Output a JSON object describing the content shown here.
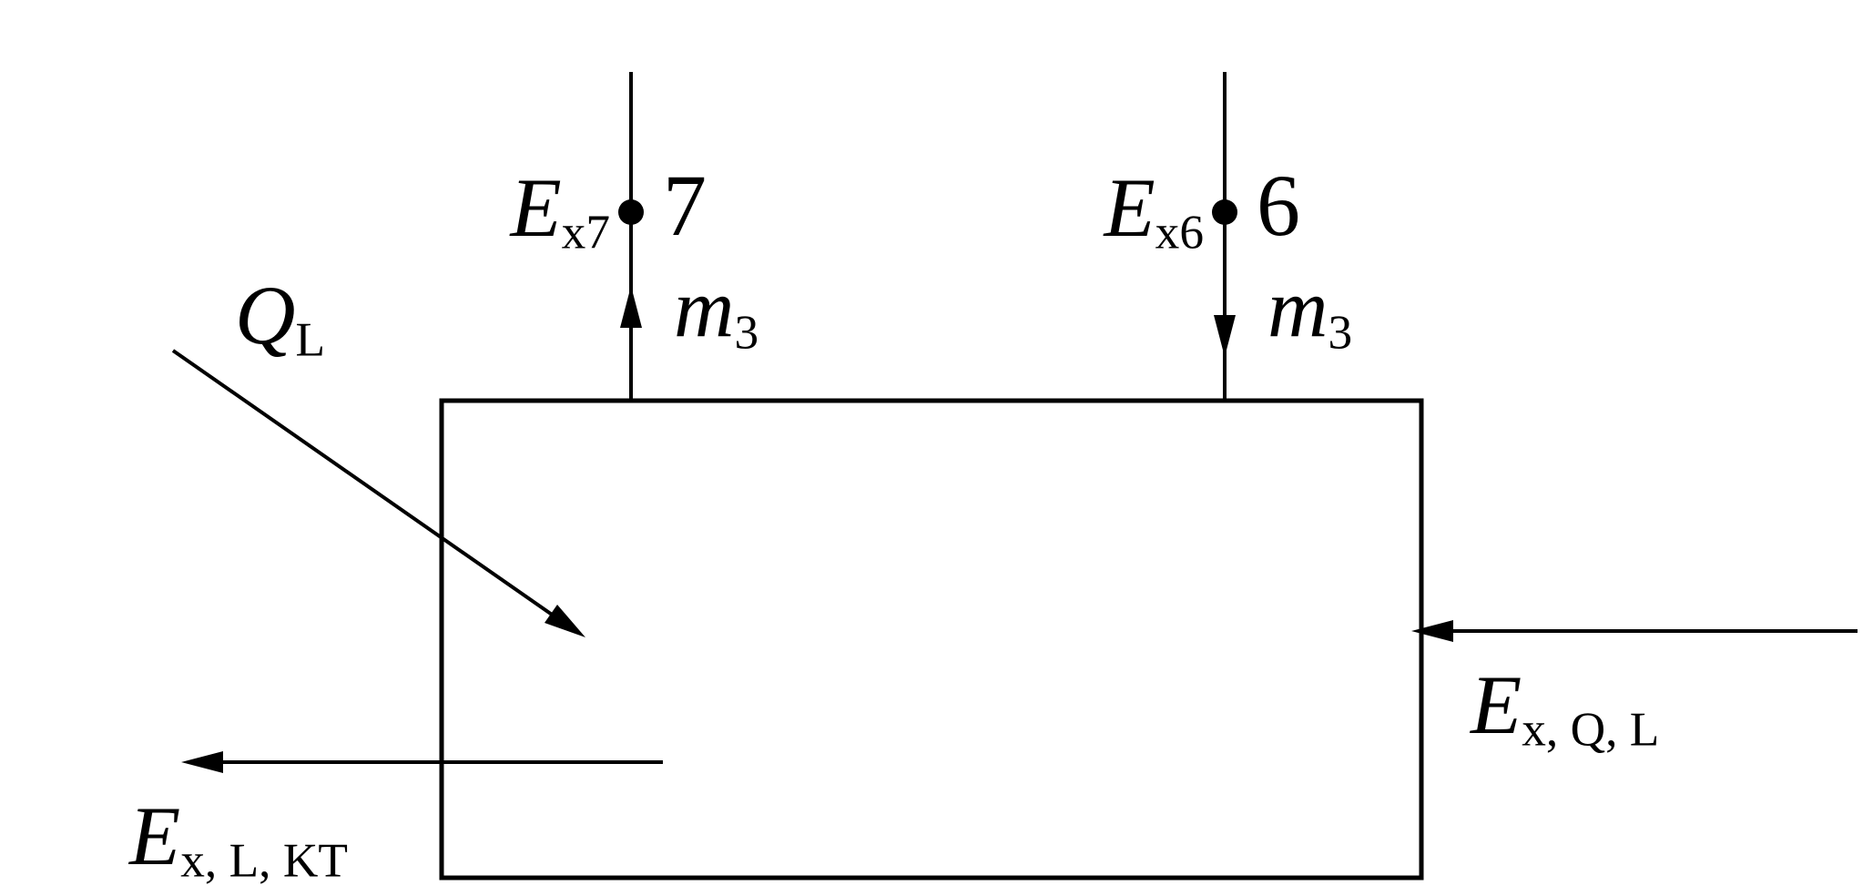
{
  "diagram": {
    "colors": {
      "stroke": "#000000",
      "background": "#ffffff"
    },
    "labels": {
      "heat_input": {
        "base": "Q",
        "sub": "L"
      },
      "stream7_exergy": {
        "base": "E",
        "sub": "x7"
      },
      "stream7_state": "7",
      "stream7_mass": {
        "base": "m",
        "sub": "3"
      },
      "stream6_exergy": {
        "base": "E",
        "sub": "x6"
      },
      "stream6_state": "6",
      "stream6_mass": {
        "base": "m",
        "sub": "3"
      },
      "heat_exergy_input": {
        "base": "E",
        "sub": "x, Q, L"
      },
      "exergy_loss_output": {
        "base": "E",
        "sub": "x, L, KT"
      }
    }
  }
}
